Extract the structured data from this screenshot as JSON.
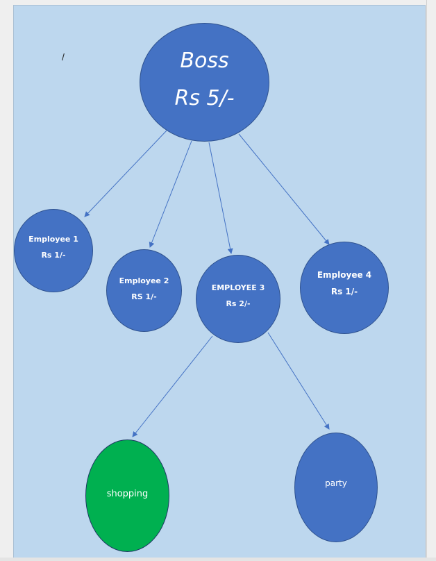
{
  "stray_mark": "/",
  "boss": {
    "name": "Boss",
    "amount": "Rs 5/-"
  },
  "employees": [
    {
      "name": "Employee 1",
      "amount": "Rs 1/-"
    },
    {
      "name": "Employee 2",
      "amount": "RS 1/-"
    },
    {
      "name": "EMPLOYEE 3",
      "amount": "Rs 2/-"
    },
    {
      "name": "Employee 4",
      "amount": "Rs 1/-"
    }
  ],
  "spending": [
    {
      "label": "shopping"
    },
    {
      "label": "party"
    }
  ],
  "colors": {
    "background": "#bdd7ee",
    "node_blue": "#4472c4",
    "node_green": "#00b050",
    "arrow": "#4472c4",
    "text": "#ffffff"
  }
}
